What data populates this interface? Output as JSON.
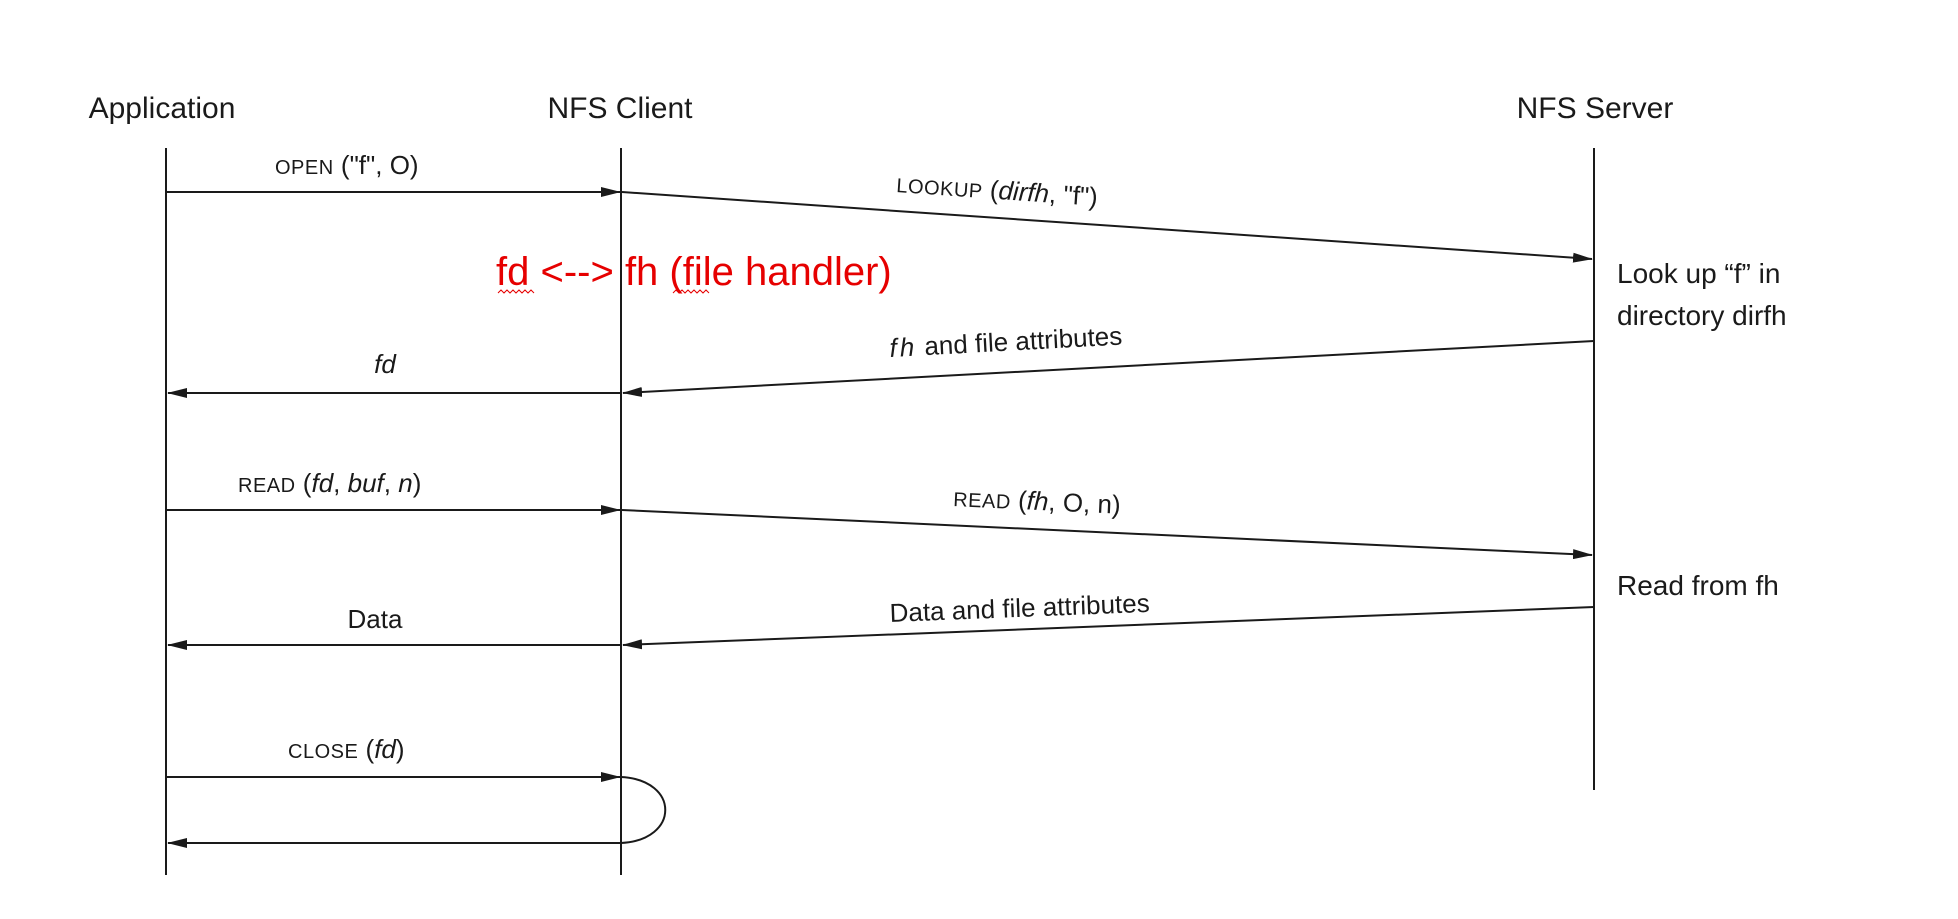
{
  "participants": {
    "application": "Application",
    "nfs_client": "NFS Client",
    "nfs_server": "NFS Server"
  },
  "messages": {
    "open": {
      "op": "OPEN",
      "args": " (\"f\", O)"
    },
    "lookup": {
      "op": "LOOKUP",
      "open_paren": " (",
      "arg1": "dirfh",
      "rest": ", \"f\")"
    },
    "fh_reply": {
      "arg": "fh",
      "rest": "  and file attributes"
    },
    "fd_reply": {
      "arg": "fd"
    },
    "read_app": {
      "op": "READ",
      "open_paren": " (",
      "arg1": "fd",
      "sep1": ", ",
      "arg2": "buf",
      "sep2": ", ",
      "arg3": "n",
      "close": ")"
    },
    "read_srv": {
      "op": "READ",
      "open_paren": " (",
      "arg1": "fh",
      "rest": ", O, n)"
    },
    "data_srv": {
      "text": "Data and file attributes"
    },
    "data_app": {
      "text": "Data"
    },
    "close": {
      "op": "CLOSE",
      "open_paren": " (",
      "arg1": "fd",
      "close": ")"
    }
  },
  "server_notes": {
    "lookup_line1": "Look up “f” in",
    "lookup_line2": "directory dirfh",
    "read": "Read from fh"
  },
  "annotation": {
    "text": "fd <--> fh (file handler)",
    "color": "#e60000"
  }
}
